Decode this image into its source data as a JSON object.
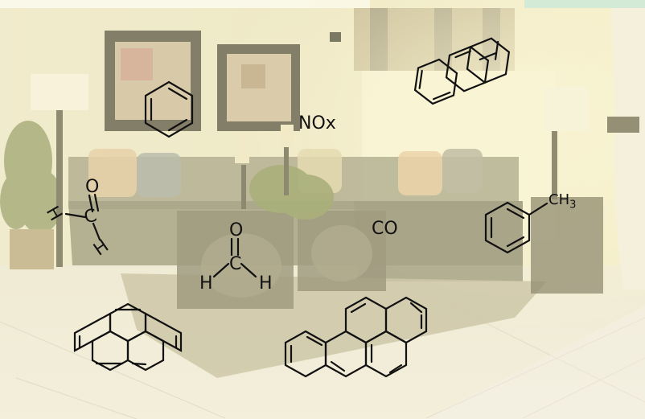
{
  "scene": {
    "colors": {
      "overlay": "#f3edc2",
      "floor": "#ece7e0",
      "wall": "#e9e1c5",
      "sofa": "#7d7a65",
      "rug": "#b8b099",
      "accent_teal": "#bfe9e2"
    }
  },
  "molecules": {
    "benzene": {
      "name": "benzene-molecule"
    },
    "anthracene": {
      "name": "anthracene-molecule"
    },
    "pyrene": {
      "name": "pyrene-molecule"
    },
    "benzopyrene": {
      "name": "benzopyrene-molecule"
    },
    "formaldehyde_left": {
      "atoms": {
        "o": "O",
        "c": "C",
        "h1": "H",
        "h2": "H"
      }
    },
    "formaldehyde_center": {
      "atoms": {
        "o": "O",
        "c": "C",
        "h1": "H",
        "h2": "H"
      }
    },
    "toluene": {
      "methyl_main": "CH",
      "methyl_sub": "3"
    }
  },
  "labels": {
    "nox": "NOx",
    "co": "CO"
  }
}
